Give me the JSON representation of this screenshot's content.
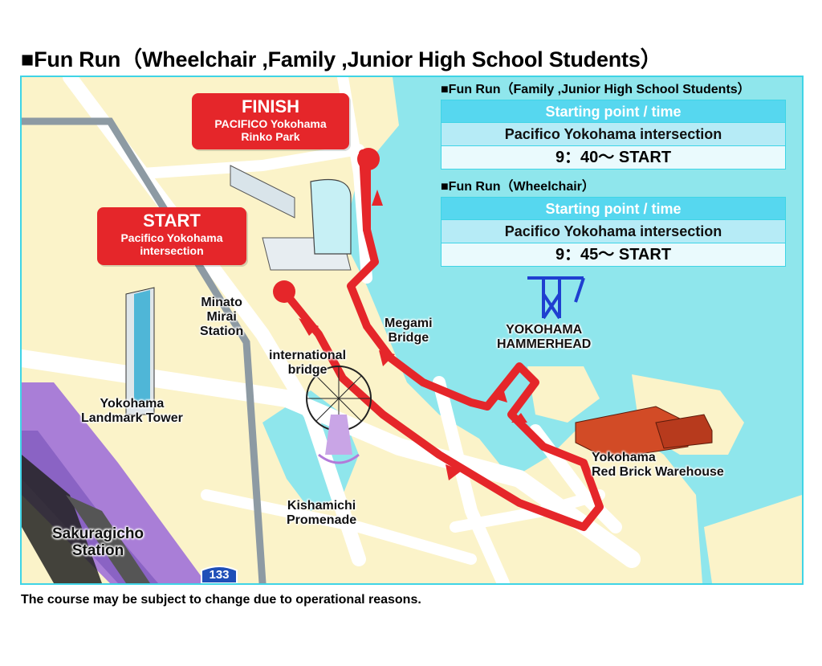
{
  "page": {
    "title": "■Fun Run（Wheelchair ,Family ,Junior High School Students）",
    "footnote": "The course may be subject to change due to operational reasons."
  },
  "callouts": {
    "finish": {
      "title": "FINISH",
      "line1": "PACIFICO Yokohama",
      "line2": "Rinko Park"
    },
    "start": {
      "title": "START",
      "line1": "Pacifico Yokohama",
      "line2": "intersection"
    }
  },
  "schedules": [
    {
      "heading": "■Fun Run（Family ,Junior High School Students）",
      "label": "Starting point / time",
      "place": "Pacifico Yokohama intersection",
      "time": "9：40～ START"
    },
    {
      "heading": "■Fun Run（Wheelchair）",
      "label": "Starting point / time",
      "place": "Pacifico Yokohama intersection",
      "time": "9：45～ START"
    }
  ],
  "places": {
    "minato_mirai": [
      "Minato",
      "Mirai",
      "Station"
    ],
    "landmark": [
      "Yokohama",
      "Landmark Tower"
    ],
    "intl_bridge": [
      "international",
      "bridge"
    ],
    "megami": [
      "Megami",
      "Bridge"
    ],
    "hammerhead": [
      "YOKOHAMA",
      "HAMMERHEAD"
    ],
    "red_brick": [
      "Yokohama",
      "Red Brick Warehouse"
    ],
    "kishamichi": [
      "Kishamichi",
      "Promenade"
    ],
    "sakuragicho": [
      "Sakuragicho",
      "Station"
    ],
    "route_number": "133"
  },
  "colors": {
    "course": "#e5262a",
    "sea": "#8fe6ec",
    "land": "#fbf3c9",
    "road": "#ffffff",
    "railway": "#8d9aa3",
    "purple_rail": "#a97ed7",
    "accent_cyan": "#3fd4e6",
    "crane": "#1f3fd0"
  },
  "icons": [
    "finish-dot-icon",
    "start-dot-icon",
    "direction-arrow-icon",
    "crane-icon",
    "ferris-wheel-icon",
    "landmark-tower-icon",
    "pacifico-building-icon",
    "red-brick-warehouse-icon",
    "route-shield-icon"
  ]
}
